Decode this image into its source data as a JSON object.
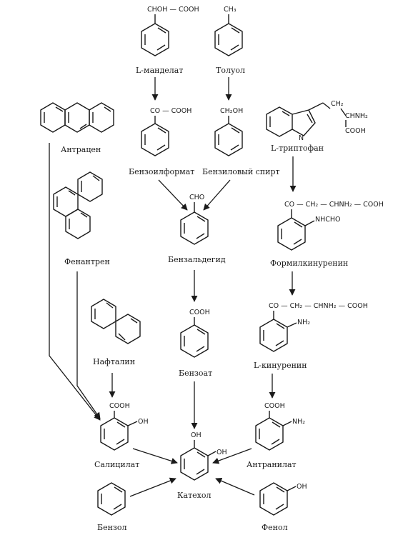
{
  "labels": {
    "mandelate": "L-манделат",
    "toluene": "Толуол",
    "anthracene": "Антрацен",
    "benzoylformate": "Бензоилформат",
    "benzyl_alcohol": "Бензиловый спирт",
    "tryptophan": "L-триптофан",
    "phenanthrene": "Фенантрен",
    "benzaldehyde": "Бензальдегид",
    "formylkynurenine": "Формилкинуренин",
    "naphthalene": "Нафталин",
    "benzoate": "Бензоат",
    "kynurenine": "L-кинуренин",
    "salicylate": "Салицилат",
    "anthranilate": "Антранилат",
    "catechol": "Катехол",
    "benzene": "Бензол",
    "phenol": "Фенол"
  },
  "groups": {
    "choh_cooh": "CHOH — COOH",
    "ch3": "CH₃",
    "co_cooh": "CO — COOH",
    "ch2oh": "CH₂OH",
    "trp_ch2": "CH₂",
    "trp_chnh2": "CHNH₂",
    "trp_cooh": "COOH",
    "trp_n": "N",
    "cho": "CHO",
    "fk_chain": "CO — CH₂ — CHNH₂ — COOH",
    "fk_nhcho": "NHCHO",
    "benzoate_cooh": "COOH",
    "kyn_chain": "CO — CH₂ — CHNH₂ — COOH",
    "kyn_nh2": "NH₂",
    "sal_cooh": "COOH",
    "sal_oh": "OH",
    "anth_cooh": "COOH",
    "anth_nh2": "NH₂",
    "cat_oh1": "OH",
    "cat_oh2": "OH",
    "phenol_oh": "OH"
  }
}
